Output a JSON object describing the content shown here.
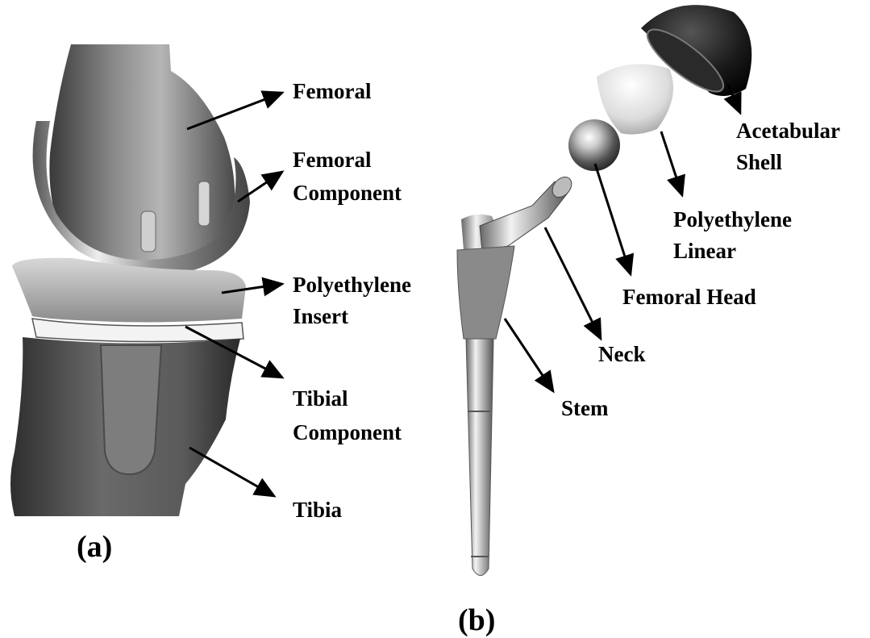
{
  "panel_a": {
    "caption": "(a)",
    "labels": {
      "femoral": "Femoral",
      "femoral_component_1": "Femoral",
      "femoral_component_2": "Component",
      "poly_insert_1": "Polyethylene",
      "poly_insert_2": "Insert",
      "tibial_component_1": "Tibial",
      "tibial_component_2": "Component",
      "tibia": "Tibia"
    }
  },
  "panel_b": {
    "caption": "(b)",
    "labels": {
      "acetabular_1": "Acetabular",
      "acetabular_2": "Shell",
      "poly_linear_1": "Polyethylene",
      "poly_linear_2": "Linear",
      "femoral_head": "Femoral Head",
      "neck": "Neck",
      "stem": "Stem"
    }
  }
}
